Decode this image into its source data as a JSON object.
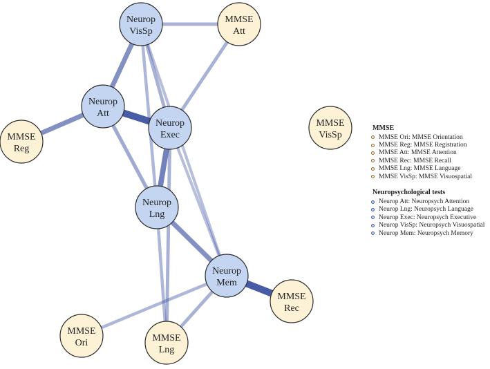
{
  "colors": {
    "mmse_fill": "#fdf1d6",
    "neuro_fill": "#c3d5f0",
    "node_stroke": "#2b2b2b",
    "edge": "#3a4f9e"
  },
  "nodes": [
    {
      "id": "neuro_vissp",
      "group": "neuro",
      "lines": [
        "Neurop",
        "VisSp"
      ]
    },
    {
      "id": "mmse_att",
      "group": "mmse",
      "lines": [
        "MMSE",
        "Att"
      ]
    },
    {
      "id": "neuro_att",
      "group": "neuro",
      "lines": [
        "Neurop",
        "Att"
      ]
    },
    {
      "id": "neuro_exec",
      "group": "neuro",
      "lines": [
        "Neurop",
        "Exec"
      ]
    },
    {
      "id": "mmse_reg",
      "group": "mmse",
      "lines": [
        "MMSE",
        "Reg"
      ]
    },
    {
      "id": "mmse_vissp",
      "group": "mmse",
      "lines": [
        "MMSE",
        "VisSp"
      ]
    },
    {
      "id": "neuro_lng",
      "group": "neuro",
      "lines": [
        "Neurop",
        "Lng"
      ]
    },
    {
      "id": "neuro_mem",
      "group": "neuro",
      "lines": [
        "Neurop",
        "Mem"
      ]
    },
    {
      "id": "mmse_rec",
      "group": "mmse",
      "lines": [
        "MMSE",
        "Rec"
      ]
    },
    {
      "id": "mmse_ori",
      "group": "mmse",
      "lines": [
        "MMSE",
        "Ori"
      ]
    },
    {
      "id": "mmse_lng",
      "group": "mmse",
      "lines": [
        "MMSE",
        "Lng"
      ]
    }
  ],
  "edges": [
    {
      "from": "neuro_vissp",
      "to": "mmse_att",
      "weight": 0.3
    },
    {
      "from": "neuro_vissp",
      "to": "neuro_att",
      "weight": 0.55
    },
    {
      "from": "neuro_vissp",
      "to": "neuro_exec",
      "weight": 0.3
    },
    {
      "from": "neuro_vissp",
      "to": "neuro_lng",
      "weight": 0.25
    },
    {
      "from": "neuro_vissp",
      "to": "neuro_mem",
      "weight": 0.2
    },
    {
      "from": "mmse_att",
      "to": "neuro_exec",
      "weight": 0.3
    },
    {
      "from": "neuro_att",
      "to": "neuro_exec",
      "weight": 0.95
    },
    {
      "from": "neuro_att",
      "to": "mmse_reg",
      "weight": 0.55
    },
    {
      "from": "neuro_att",
      "to": "neuro_lng",
      "weight": 0.35
    },
    {
      "from": "neuro_exec",
      "to": "neuro_lng",
      "weight": 0.65
    },
    {
      "from": "neuro_exec",
      "to": "neuro_mem",
      "weight": 0.2
    },
    {
      "from": "neuro_exec",
      "to": "mmse_lng",
      "weight": 0.3
    },
    {
      "from": "neuro_lng",
      "to": "neuro_mem",
      "weight": 0.55
    },
    {
      "from": "neuro_lng",
      "to": "mmse_lng",
      "weight": 0.25
    },
    {
      "from": "neuro_mem",
      "to": "mmse_rec",
      "weight": 0.95
    },
    {
      "from": "neuro_mem",
      "to": "mmse_ori",
      "weight": 0.25
    },
    {
      "from": "neuro_mem",
      "to": "mmse_lng",
      "weight": 0.3
    }
  ],
  "legend": {
    "groups": [
      {
        "group": "mmse",
        "heading": "MMSE",
        "items": [
          "MMSE Ori: MMSE Orientation",
          "MMSE Reg: MMSE Registration",
          "MMSE Att: MMSE Attention",
          "MMSE Rec: MMSE Recall",
          "MMSE Lng: MMSE Language",
          "MMSE VisSp: MMSE Visuospatial"
        ]
      },
      {
        "group": "neuro",
        "heading": "Neuropsychological tests",
        "items": [
          "Neurop Att: Neuropsych Attention",
          "Neurop Lng: Neuropsych Language",
          "Neurop Exec: Neuropsych Executive",
          "Neurop VisSp: Neuropsych Visuospatial",
          "Neurop Mem: Neuropsych Memory"
        ]
      }
    ]
  }
}
